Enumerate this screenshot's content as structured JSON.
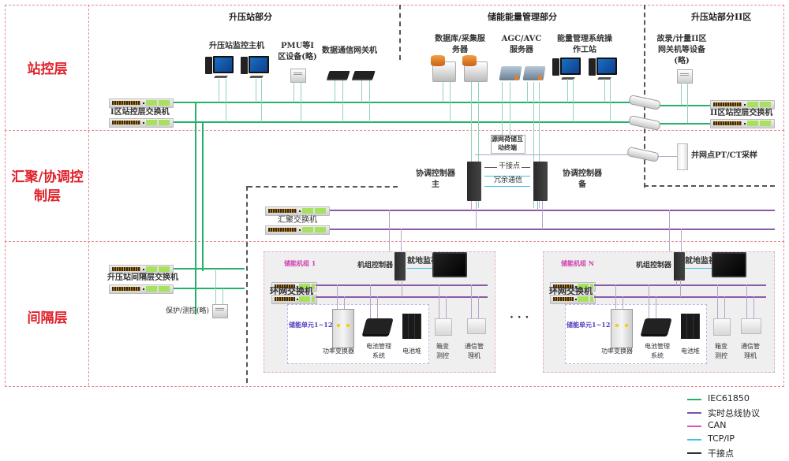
{
  "layers": {
    "station_control": "站控层",
    "aggregation": "汇聚/协调控制层",
    "bay": "间隔层"
  },
  "sections": {
    "booster_station": "升压站部分",
    "ems": "储能能量管理部分",
    "booster_zone2": "升压站部分II区"
  },
  "devices": {
    "booster_monitor_host": "升压站监控主机",
    "pmu_zone1": "PMU等I区设备(略)",
    "data_gateway": "数据通信网关机",
    "db_server": "数据库/采集服务器",
    "agc_avc_server": "AGC/AVC服务器",
    "ems_workstation": "能量管理系统操作工站",
    "fault_meter_zone2": "故录/计量II区网关机等设备(略)",
    "zone1_switch": "I区站控层交换机",
    "zone2_switch": "II区站控层交换机",
    "grid_terminal": "源网荷储互动终端",
    "coord_ctrl_main": "协调控制器主",
    "coord_ctrl_backup": "协调控制器备",
    "dry_contact": "干接点",
    "redundant_comm": "冗余通信",
    "grid_ptct": "并网点PT/CT采样",
    "agg_switch": "汇聚交换机",
    "bay_switch": "升压站间隔层交换机",
    "protection": "保护/测控(略)"
  },
  "groups": [
    {
      "title": "储能机组 1",
      "unit_controller": "机组控制器",
      "local_monitor": "就地监视",
      "ring_switch": "环网交换机",
      "storage_units": "储能单元1~128",
      "pcs": "功率变换器",
      "bms": "电池管理系统",
      "battery": "电池堆",
      "box_transformer": "箱变测控",
      "comm_manager": "通信管理机"
    },
    {
      "title": "储能机组 N",
      "unit_controller": "机组控制器",
      "local_monitor": "就地监视",
      "ring_switch": "环网交换机",
      "storage_units": "储能单元1~128",
      "pcs": "功率变换器",
      "bms": "电池管理系统",
      "battery": "电池堆",
      "box_transformer": "箱变测控",
      "comm_manager": "通信管理机"
    }
  ],
  "ellipsis": "· · ·",
  "legend": [
    {
      "label": "IEC61850",
      "color": "#26b06a"
    },
    {
      "label": "实时总线协议",
      "color": "#7b52a8"
    },
    {
      "label": "CAN",
      "color": "#e050c0"
    },
    {
      "label": "TCP/IP",
      "color": "#40c0e0"
    },
    {
      "label": "干接点",
      "color": "#333333"
    }
  ]
}
